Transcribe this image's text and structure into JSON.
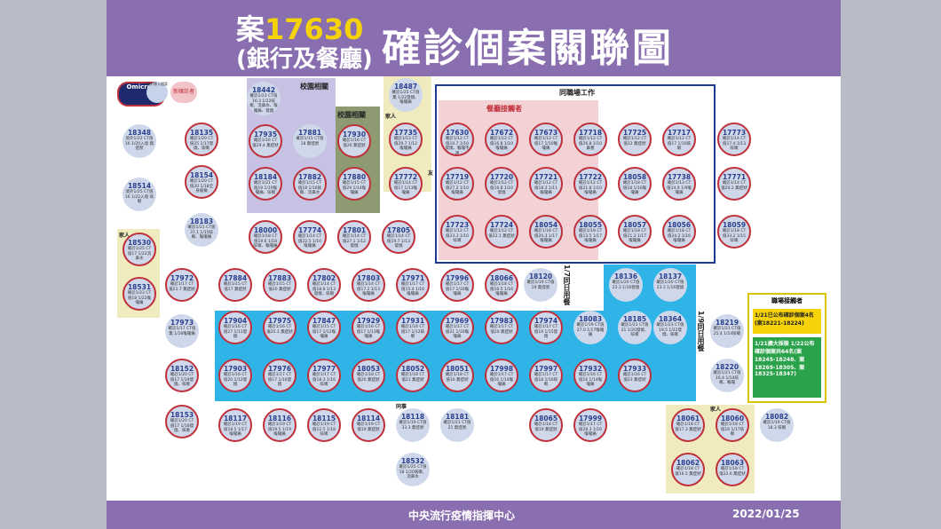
{
  "header": {
    "case_prefix": "案",
    "case_id": "17630",
    "subtitle": "(銀行及餐廳)",
    "title": "確診個案關聯圖"
  },
  "footer": {
    "center": "中央流行疫情指揮中心",
    "date": "2022/01/25"
  },
  "legend": {
    "omicron": "Omicron",
    "imported": "境外移入個案",
    "new": "新確診者"
  },
  "labels": {
    "campus1": "校園相關",
    "campus2": "校園相關",
    "workplace": "同職場工作",
    "dining": "餐廳接觸者",
    "family": "家人",
    "friend": "友",
    "colleague": "同事",
    "jan7": "1/7同日用餐",
    "jan9": "1/9同日用餐",
    "contact_title": "職場接觸者",
    "contact_yellow": "1/21已公布確診個案4名(案18221-18224)",
    "contact_green": "1/21擴大採檢 1/22公布確診個案共64名(案18245-18248、案18269-18305、案18325-18347)"
  },
  "nodes": [
    {
      "id": "18348",
      "d": "境外1/22 CT值16 1/20入境 無症狀"
    },
    {
      "id": "18514",
      "d": "境外1/25 CT值16 1/22入境 咳嗽"
    },
    {
      "id": "18530",
      "d": "確診1/25 CT值17 1/22流鼻水"
    },
    {
      "id": "18531",
      "d": "確診1/23 CT值18 1/22喉嚨痛"
    },
    {
      "id": "18135",
      "d": "確診1/20 CT值25 1/17發燒、咳嗽"
    },
    {
      "id": "18154",
      "d": "確診1/20 CT值20 1/18全身痠痛"
    },
    {
      "id": "18183",
      "d": "確診1/21 CT值37.1 1/15咳嗽、喉嚨痛"
    },
    {
      "id": "18442",
      "d": "確診1/23 CT值16.3 1/22咳嗽、流鼻水、喉嚨痛、發燒"
    },
    {
      "id": "17935",
      "d": "確診1/16 CT值29.4 無症狀"
    },
    {
      "id": "17881",
      "d": "確診1/15 CT值18 無症狀"
    },
    {
      "id": "17930",
      "d": "確診1/16 CT值26 無症狀"
    },
    {
      "id": "18184",
      "d": "確診1/21 CT值19 1/19喉嚨痛、咳嗽"
    },
    {
      "id": "17882",
      "d": "確診1/15 CT值18 1/16咳嗽、流鼻水"
    },
    {
      "id": "17880",
      "d": "確診1/15 CT值29 1/14喉嚨痛"
    },
    {
      "id": "18000",
      "d": "確診1/18 CT值19.6 1/18咳嗽、喉嚨痛"
    },
    {
      "id": "17774",
      "d": "確診1/14 CT值22.5 1/10喉嚨痛"
    },
    {
      "id": "17801",
      "d": "確診1/14 CT值27.1 1/12發燒"
    },
    {
      "id": "17805",
      "d": "確診1/14 CT值19.7 1/13發燒"
    },
    {
      "id": "18487",
      "d": "確診1/25 CT值無 1/22發燒、喉嚨痛"
    },
    {
      "id": "17735",
      "d": "確診1/13 CT值29.7 1/12喉嚨痛"
    },
    {
      "id": "17772",
      "d": "確診1/14 CT值17 1/13喉嚨痛"
    },
    {
      "id": "17630",
      "d": "確診1/12 CT值10.7 1/10發燒、喉嚨不適"
    },
    {
      "id": "17672",
      "d": "確診1/12 CT值16.8 1/10喉嚨痛"
    },
    {
      "id": "17673",
      "d": "確診1/12 CT值17 1/10喉嚨痛"
    },
    {
      "id": "17718",
      "d": "確診1/12 CT值26.8 1/10鼻塞"
    },
    {
      "id": "17725",
      "d": "確診1/12 CT值12 無症狀"
    },
    {
      "id": "17717",
      "d": "確診1/12 CT值17 1/10咳嗽"
    },
    {
      "id": "17773",
      "d": "確診1/14 CT值17.4 1/13咳嗽"
    },
    {
      "id": "17719",
      "d": "確診1/12 CT值27.2 1/10喉嚨痛"
    },
    {
      "id": "17720",
      "d": "確診1/12 CT值16.8 1/10發燒"
    },
    {
      "id": "17721",
      "d": "確診1/12 CT值18.3 1/11喉嚨痛"
    },
    {
      "id": "17722",
      "d": "確診1/12 CT值21.8 1/10喉嚨痛"
    },
    {
      "id": "18058",
      "d": "確診1/18 CT值18 1/16喉嚨痛"
    },
    {
      "id": "17738",
      "d": "確診1/13 CT值14.9 1/9喉嚨痛"
    },
    {
      "id": "17771",
      "d": "確診1/14 CT值20.2 無症狀"
    },
    {
      "id": "17723",
      "d": "確診1/12 CT值23.3 1/10咳嗽"
    },
    {
      "id": "17724",
      "d": "確診1/12 CT值22.1 無症狀"
    },
    {
      "id": "18054",
      "d": "確診1/18 CT值20.3 1/17喉嚨痛"
    },
    {
      "id": "18055",
      "d": "確診1/18 CT值13.5 1/17喉嚨痛"
    },
    {
      "id": "18057",
      "d": "確診1/18 CT值21.3 1/17喉嚨痛"
    },
    {
      "id": "18056",
      "d": "確診1/18 CT值24.2 1/16喉嚨痛"
    },
    {
      "id": "18059",
      "d": "確診1/18 CT值33.2 1/15咳嗽"
    },
    {
      "id": "17972",
      "d": "確診1/17 CT值21.7 無症狀"
    },
    {
      "id": "17884",
      "d": "確診1/15 CT值17 無症狀"
    },
    {
      "id": "17883",
      "d": "確診1/15 CT值20 無症狀"
    },
    {
      "id": "17802",
      "d": "確診1/14 CT值18.8 1/13發燒、咳嗽"
    },
    {
      "id": "17803",
      "d": "確診1/14 CT值17.2 1/13喉嚨痛"
    },
    {
      "id": "17971",
      "d": "確診1/17 CT值15.4 1/16喉嚨痛"
    },
    {
      "id": "17996",
      "d": "確診1/17 CT值17 1/16喉嚨痛"
    },
    {
      "id": "18066",
      "d": "確診1/18 CT值16.5 1/16喉嚨痛"
    },
    {
      "id": "18120",
      "d": "確診1/19 CT值19 無症狀"
    },
    {
      "id": "18136",
      "d": "確診1/20 CT值23.3 1/16發燒"
    },
    {
      "id": "18137",
      "d": "確診1/20 CT值23.3 1/16發燒"
    },
    {
      "id": "17973",
      "d": "確診1/17 CT值無 1/16喉嚨痛"
    },
    {
      "id": "17904",
      "d": "確診1/16 CT值27 1/11發燒"
    },
    {
      "id": "17975",
      "d": "確診1/16 CT值25.1 無症狀"
    },
    {
      "id": "17847",
      "d": "確診1/15 CT值17 1/12喉嚨痛"
    },
    {
      "id": "17929",
      "d": "確診1/16 CT值17 1/13喉嚨痛"
    },
    {
      "id": "17931",
      "d": "確診1/16 CT值17 1/12咳嗽"
    },
    {
      "id": "17969",
      "d": "確診1/17 CT值21 1/16喉嚨痛"
    },
    {
      "id": "17983",
      "d": "確診1/17 CT值20 無症狀"
    },
    {
      "id": "17974",
      "d": "確診1/17 CT值19 1/15發燒"
    },
    {
      "id": "18083",
      "d": "確診1/19 CT值27.0 1/17喉嚨痛"
    },
    {
      "id": "18185",
      "d": "確診1/21 CT值21 1/20發燒、咳嗽"
    },
    {
      "id": "18364",
      "d": "確診1/23 CT值19.5 1/22發燒、咳嗽"
    },
    {
      "id": "18219",
      "d": "確診1/21 CT值25.4 1/14咳嗽"
    },
    {
      "id": "18152",
      "d": "確診1/20 CT值17 1/19發燒、咳嗽"
    },
    {
      "id": "17903",
      "d": "確診1/16 CT值20 1/12發燒"
    },
    {
      "id": "17976",
      "d": "確診1/17 CT值17 1/16發燒"
    },
    {
      "id": "17977",
      "d": "確診1/17 CT值18.3 1/16咳嗽"
    },
    {
      "id": "18053",
      "d": "確診1/18 CT值20 無症狀"
    },
    {
      "id": "18052",
      "d": "確診1/18 CT值21 無症狀"
    },
    {
      "id": "18051",
      "d": "確診1/18 CT值16 無症狀"
    },
    {
      "id": "17998",
      "d": "確診1/17 CT值16 1/14喉嚨痛"
    },
    {
      "id": "17997",
      "d": "確診1/17 CT值18 1/16咳嗽"
    },
    {
      "id": "17932",
      "d": "確診1/16 CT值16 1/14喉嚨痛"
    },
    {
      "id": "17933",
      "d": "確診1/16 CT值23 無症狀"
    },
    {
      "id": "18220",
      "d": "確診1/21 CT值16.4 1/14咳嗽、喉嚨"
    },
    {
      "id": "18153",
      "d": "確診1/20 CT值17 1/18發燒、咳嗽"
    },
    {
      "id": "18117",
      "d": "確診1/19 CT值18.5 1/17喉嚨痛"
    },
    {
      "id": "18116",
      "d": "確診1/19 CT值19.5 1/19喉嚨痛"
    },
    {
      "id": "18115",
      "d": "確診1/19 CT值12.5 1/18咳嗽"
    },
    {
      "id": "18114",
      "d": "確診1/19 CT值19 無症狀"
    },
    {
      "id": "18118",
      "d": "確診1/19 CT值33.3 無症狀"
    },
    {
      "id": "18181",
      "d": "確診1/21 CT值21 無症狀"
    },
    {
      "id": "18065",
      "d": "確診1/18 CT值19 無症狀"
    },
    {
      "id": "17999",
      "d": "確診1/17 CT值28.3 1/16喉嚨痛"
    },
    {
      "id": "18061",
      "d": "確診1/18 CT值17.3 無症狀"
    },
    {
      "id": "18060",
      "d": "確診1/18 CT值16 1/17咳嗽"
    },
    {
      "id": "18082",
      "d": "確診1/19 CT值18.3 咳嗽"
    },
    {
      "id": "18062",
      "d": "確診1/18 CT值16.5 無症狀"
    },
    {
      "id": "18063",
      "d": "確診1/18 CT值22.6 無症狀"
    },
    {
      "id": "18532",
      "d": "確診1/25 CT值18 1/20咳嗽、流鼻水"
    }
  ]
}
